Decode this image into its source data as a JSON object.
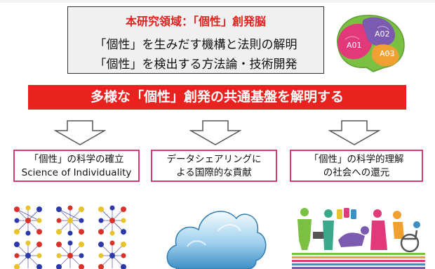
{
  "header": {
    "area_prefix": "本研究領域：",
    "area_emph": "「個性」創発脳",
    "line2": "「個性」を生みだす機構と法則の解明",
    "line3": "「個性」を検出する方法論・技術開発"
  },
  "brain": {
    "labels": [
      "A01",
      "A02",
      "A03"
    ]
  },
  "banner": {
    "text": "多様な「個性」創発の共通基盤を解明する"
  },
  "boxes": [
    {
      "line1": "「個性」の科学の確立",
      "line2": "Science of Individuality"
    },
    {
      "line1": "データシェアリングに",
      "line2": "よる国際的な貢献"
    },
    {
      "line1": "「個性」の科学的理解",
      "line2": "の社会への還元"
    }
  ],
  "colors": {
    "accent_red": "#e8231f",
    "box_border": "#d63a6e",
    "brain_green": "#7ac043",
    "brain_purple": "#7b5ab0",
    "brain_orange": "#f0a030",
    "brain_pink": "#e2397a"
  },
  "icons": [
    "brain-icon",
    "down-arrow-icon",
    "network-grid-icon",
    "cloud-icon",
    "people-icon"
  ]
}
